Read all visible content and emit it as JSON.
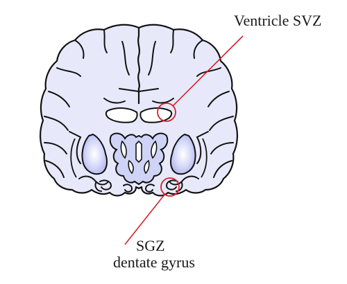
{
  "diagram": {
    "annotations": [
      {
        "id": "ventricle-svz",
        "label": "Ventricle SVZ"
      },
      {
        "id": "sgz",
        "label": "SGZ"
      },
      {
        "id": "dentate-gyrus",
        "label": "dentate gyrus"
      }
    ],
    "colors": {
      "brain_fill": "#e7e9fb",
      "outline": "#111111",
      "deep_structure": "#aab0ee",
      "callout": "#d8212b"
    }
  }
}
